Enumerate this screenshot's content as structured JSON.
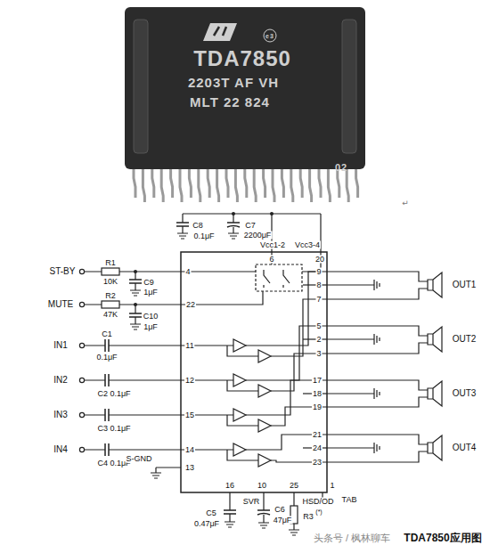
{
  "diagram": {
    "caption": "TDA7850应用图",
    "labels": [
      "TDA7850",
      "2203T AF VH",
      "MLT 22 824",
      "02",
      "e3",
      "C8",
      "0.1μF",
      "C7",
      "2200μF",
      "Vcc1-2",
      "Vcc3-4",
      "6",
      "20",
      "ST-BY",
      "R1",
      "10K",
      "C9",
      "1μF",
      "4",
      "MUTE",
      "R2",
      "47K",
      "C10",
      "1μF",
      "22",
      "IN1",
      "C1",
      "0.1μF",
      "11",
      "IN2",
      "C2 0.1μF",
      "12",
      "IN3",
      "C3 0.1μF",
      "15",
      "IN4",
      "C4 0.1μF",
      "14",
      "S-GND",
      "13",
      "16",
      "C5",
      "0.47μF",
      "10",
      "SVR",
      "C6",
      "47μF",
      "25",
      "HSD/OD",
      "R3",
      "(*)",
      "1",
      "TAB",
      "9",
      "8",
      "7",
      "5",
      "2",
      "3",
      "17",
      "18",
      "19",
      "21",
      "24",
      "23",
      "OUT1",
      "OUT2",
      "OUT3",
      "OUT4",
      "头条号 / 枫林聊车",
      "↵"
    ]
  }
}
